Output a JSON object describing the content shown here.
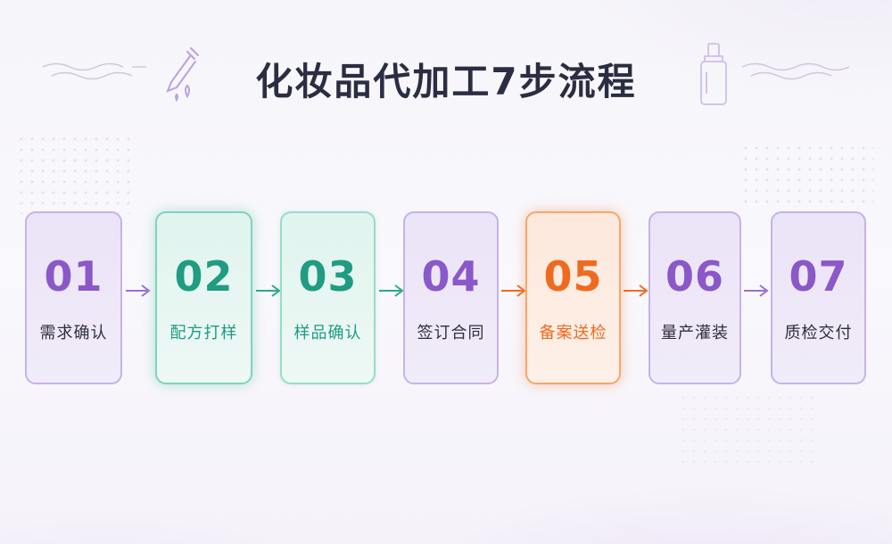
{
  "title": "化妆品代加工7步流程",
  "icons": [
    "dropper-icon",
    "bottle-icon",
    "wave-icon"
  ],
  "colors": {
    "purple": "#8a58c8",
    "green": "#1f9c82",
    "orange": "#ef6a1f",
    "title": "#2b2d42"
  },
  "steps": [
    {
      "num": "01",
      "label": "需求确认",
      "theme": "purple"
    },
    {
      "num": "02",
      "label": "配方打样",
      "theme": "green"
    },
    {
      "num": "03",
      "label": "样品确认",
      "theme": "green"
    },
    {
      "num": "04",
      "label": "签订合同",
      "theme": "purple"
    },
    {
      "num": "05",
      "label": "备案送检",
      "theme": "orange"
    },
    {
      "num": "06",
      "label": "量产灌装",
      "theme": "purple"
    },
    {
      "num": "07",
      "label": "质检交付",
      "theme": "purple"
    }
  ]
}
